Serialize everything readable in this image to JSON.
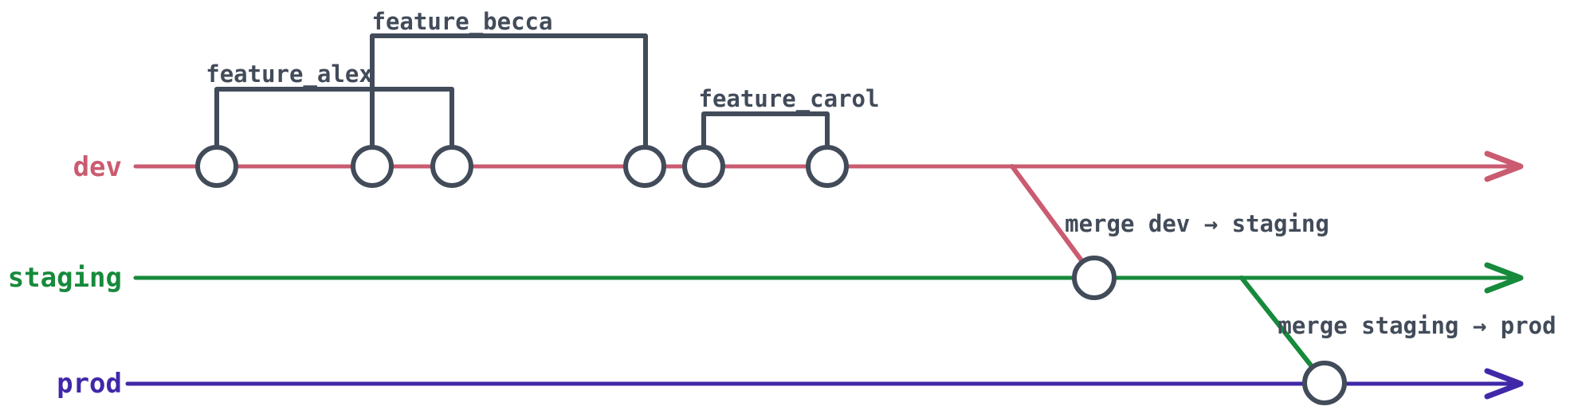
{
  "colors": {
    "dev": "#ca5b70",
    "staging": "#178a3c",
    "prod": "#4128a8",
    "ink": "#424b59",
    "background": "#ffffff"
  },
  "branches": {
    "dev": {
      "label": "dev",
      "commit_count": 6
    },
    "staging": {
      "label": "staging",
      "commit_count": 1
    },
    "prod": {
      "label": "prod",
      "commit_count": 1
    }
  },
  "features": {
    "alex": {
      "label": "feature_alex"
    },
    "becca": {
      "label": "feature_becca"
    },
    "carol": {
      "label": "feature_carol"
    }
  },
  "merges": {
    "dev_to_staging": {
      "label": "merge dev → staging"
    },
    "staging_to_prod": {
      "label": "merge staging → prod"
    }
  }
}
